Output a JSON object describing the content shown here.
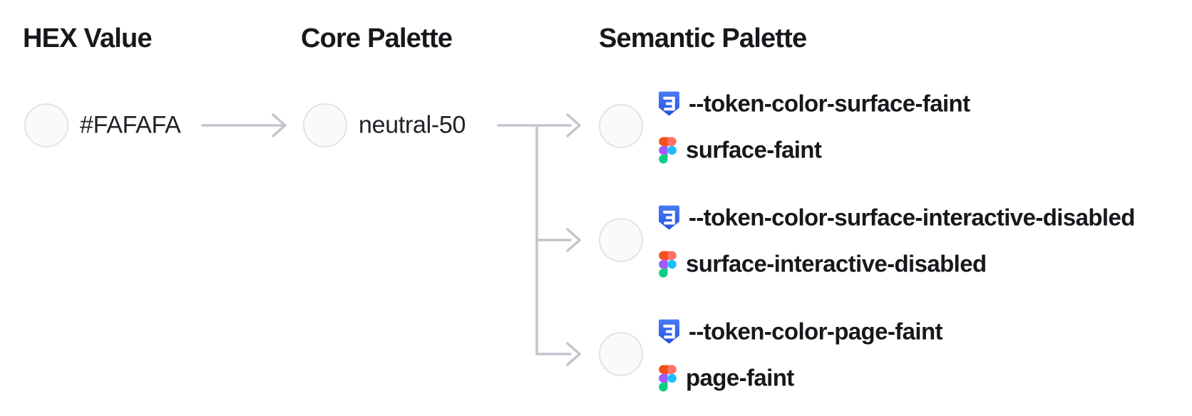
{
  "headers": {
    "hex": "HEX Value",
    "core": "Core Palette",
    "semantic": "Semantic Palette"
  },
  "hex_value": {
    "label": "#FAFAFA",
    "swatch": "#FAFAFA"
  },
  "core_palette": {
    "label": "neutral-50",
    "swatch": "#FAFAFA"
  },
  "semantic_tokens": [
    {
      "css_variable": "--token-color-surface-faint",
      "figma_token": "surface-faint",
      "swatch": "#FAFAFA"
    },
    {
      "css_variable": "--token-color-surface-interactive-disabled",
      "figma_token": "surface-interactive-disabled",
      "swatch": "#FAFAFA"
    },
    {
      "css_variable": "--token-color-page-faint",
      "figma_token": "page-faint",
      "swatch": "#FAFAFA"
    }
  ],
  "icons": {
    "css": "css3-shield-icon",
    "figma": "figma-logo-icon"
  },
  "colors": {
    "text_primary": "#17181C",
    "text_label": "#202227",
    "connector": "#C2C5CD",
    "swatch_fill": "#FAFAFA",
    "swatch_border": "#E2E3E8",
    "css_badge_top": "#477BF4",
    "css_badge_bottom": "#2951DE",
    "figma_red": "#F24E1E",
    "figma_salmon": "#FF7262",
    "figma_purple": "#A259FF",
    "figma_blue": "#1ABCFE",
    "figma_green": "#0ACF83"
  }
}
